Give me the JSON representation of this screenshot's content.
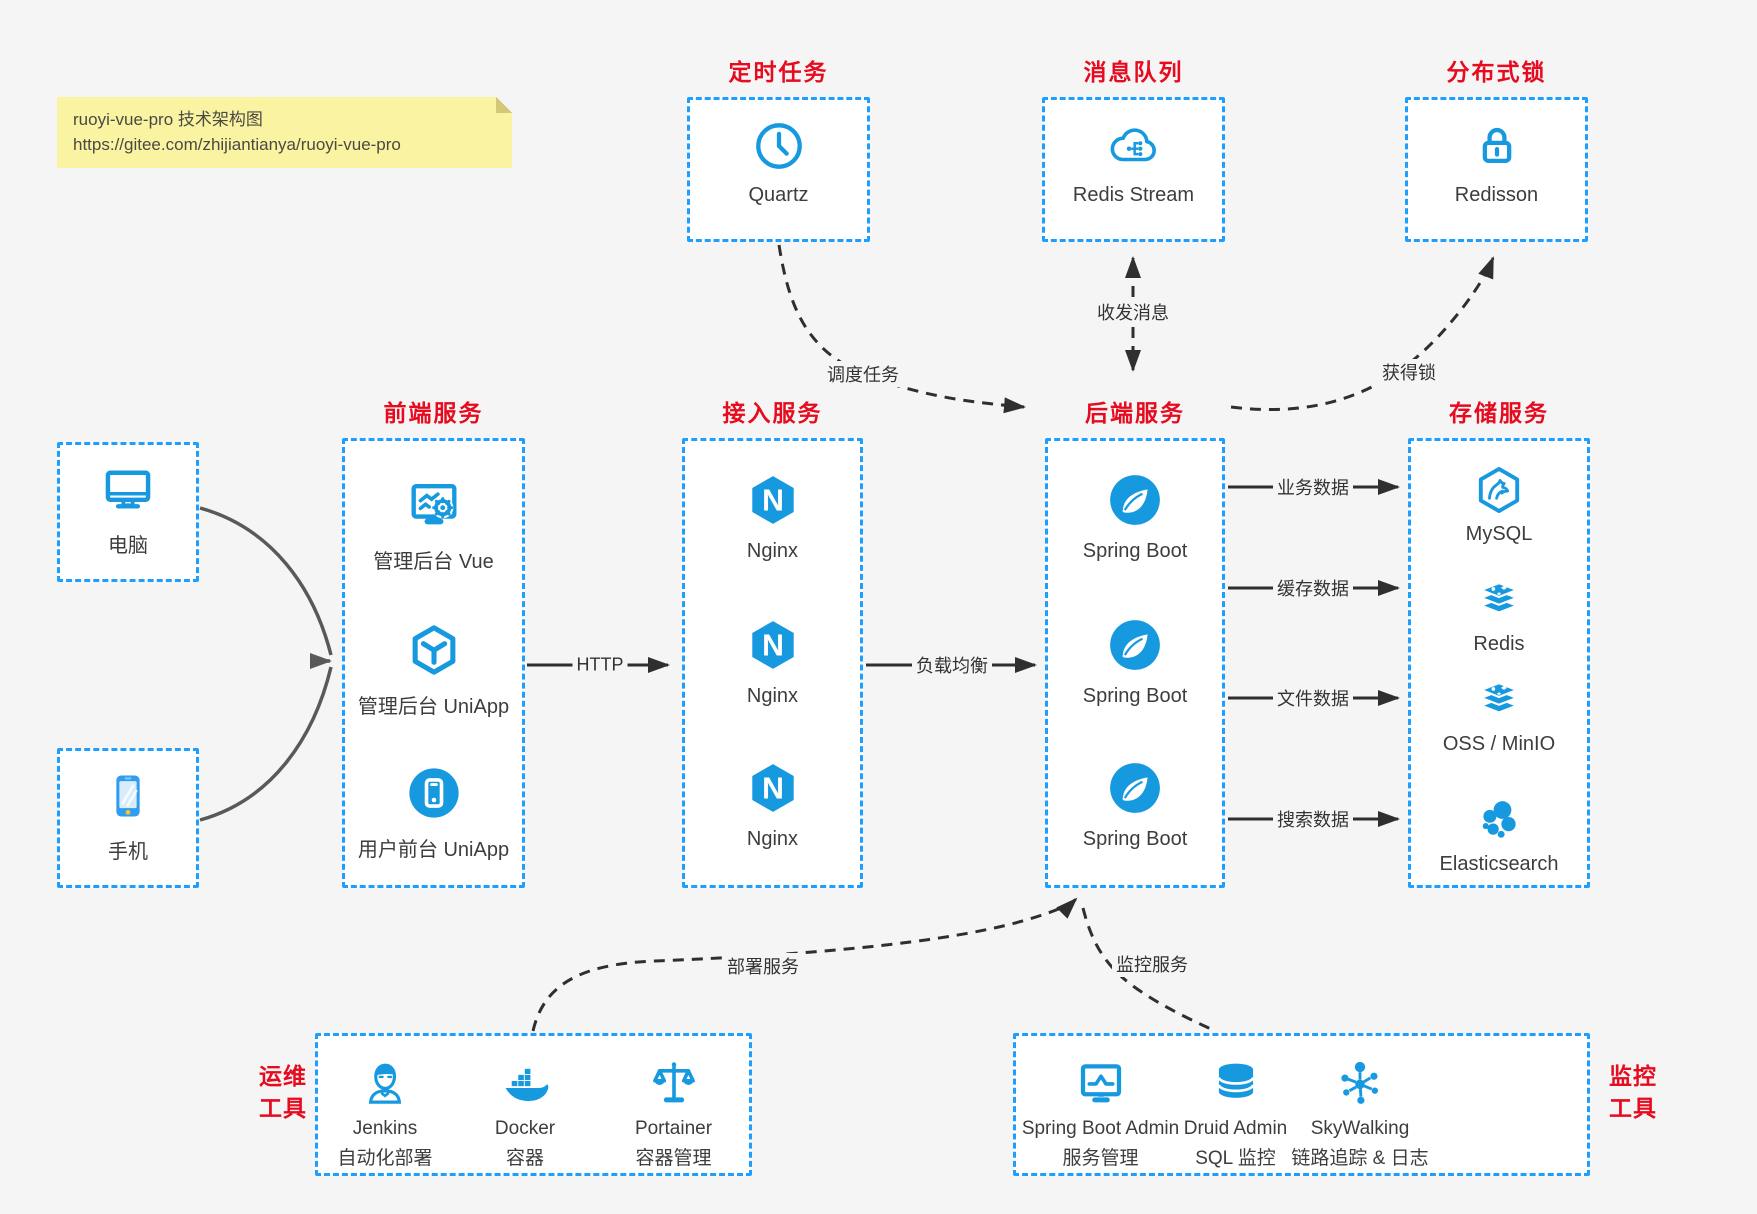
{
  "note": {
    "line1": "ruoyi-vue-pro 技术架构图",
    "line2": "https://gitee.com/zhijiantianya/ruoyi-vue-pro"
  },
  "colors": {
    "icon_blue": "#1799e0",
    "border_blue": "#1e9fff",
    "title_red": "#e60b1e",
    "arrow_dark": "#2f2f2f",
    "client_link_gray": "#595959",
    "note_yellow": "#faf3a2",
    "background": "#f5f5f5"
  },
  "top_groups": [
    {
      "title": "定时任务",
      "icon": "clock-icon",
      "label": "Quartz"
    },
    {
      "title": "消息队列",
      "icon": "cloud-mq-icon",
      "label": "Redis Stream"
    },
    {
      "title": "分布式锁",
      "icon": "lock-icon",
      "label": "Redisson"
    }
  ],
  "clients": [
    {
      "icon": "desktop-icon",
      "label": "电脑"
    },
    {
      "icon": "smartphone-icon",
      "label": "手机"
    }
  ],
  "columns": {
    "frontend": {
      "title": "前端服务",
      "items": [
        {
          "icon": "admin-vue-icon",
          "label": "管理后台 Vue"
        },
        {
          "icon": "uniapp-cube-icon",
          "label": "管理后台 UniApp"
        },
        {
          "icon": "user-uniapp-icon",
          "label": "用户前台 UniApp"
        }
      ]
    },
    "gateway": {
      "title": "接入服务",
      "items": [
        {
          "icon": "nginx-icon",
          "label": "Nginx"
        },
        {
          "icon": "nginx-icon",
          "label": "Nginx"
        },
        {
          "icon": "nginx-icon",
          "label": "Nginx"
        }
      ]
    },
    "backend": {
      "title": "后端服务",
      "items": [
        {
          "icon": "spring-boot-icon",
          "label": "Spring Boot"
        },
        {
          "icon": "spring-boot-icon",
          "label": "Spring Boot"
        },
        {
          "icon": "spring-boot-icon",
          "label": "Spring Boot"
        }
      ]
    },
    "storage": {
      "title": "存储服务",
      "items": [
        {
          "icon": "mysql-icon",
          "label": "MySQL"
        },
        {
          "icon": "redis-icon",
          "label": "Redis"
        },
        {
          "icon": "oss-minio-icon",
          "label": "OSS / MinIO"
        },
        {
          "icon": "elasticsearch-icon",
          "label": "Elasticsearch"
        }
      ]
    }
  },
  "edges": {
    "http": "HTTP",
    "load_balance": "负载均衡",
    "business_data": "业务数据",
    "cache_data": "缓存数据",
    "file_data": "文件数据",
    "search_data": "搜索数据",
    "schedule_task": "调度任务",
    "send_receive_message": "收发消息",
    "acquire_lock": "获得锁",
    "deploy_service": "部署服务",
    "monitor_service": "监控服务"
  },
  "bottom_groups": {
    "ops": {
      "title_line1": "运维",
      "title_line2": "工具",
      "items": [
        {
          "icon": "jenkins-icon",
          "label": "Jenkins",
          "sublabel": "自动化部署"
        },
        {
          "icon": "docker-icon",
          "label": "Docker",
          "sublabel": "容器"
        },
        {
          "icon": "portainer-icon",
          "label": "Portainer",
          "sublabel": "容器管理"
        }
      ]
    },
    "monitor": {
      "title_line1": "监控",
      "title_line2": "工具",
      "items": [
        {
          "icon": "spring-boot-admin-icon",
          "label": "Spring Boot Admin",
          "sublabel": "服务管理"
        },
        {
          "icon": "druid-icon",
          "label": "Druid Admin",
          "sublabel": "SQL 监控"
        },
        {
          "icon": "skywalking-icon",
          "label": "SkyWalking",
          "sublabel": "链路追踪 & 日志"
        }
      ]
    }
  }
}
